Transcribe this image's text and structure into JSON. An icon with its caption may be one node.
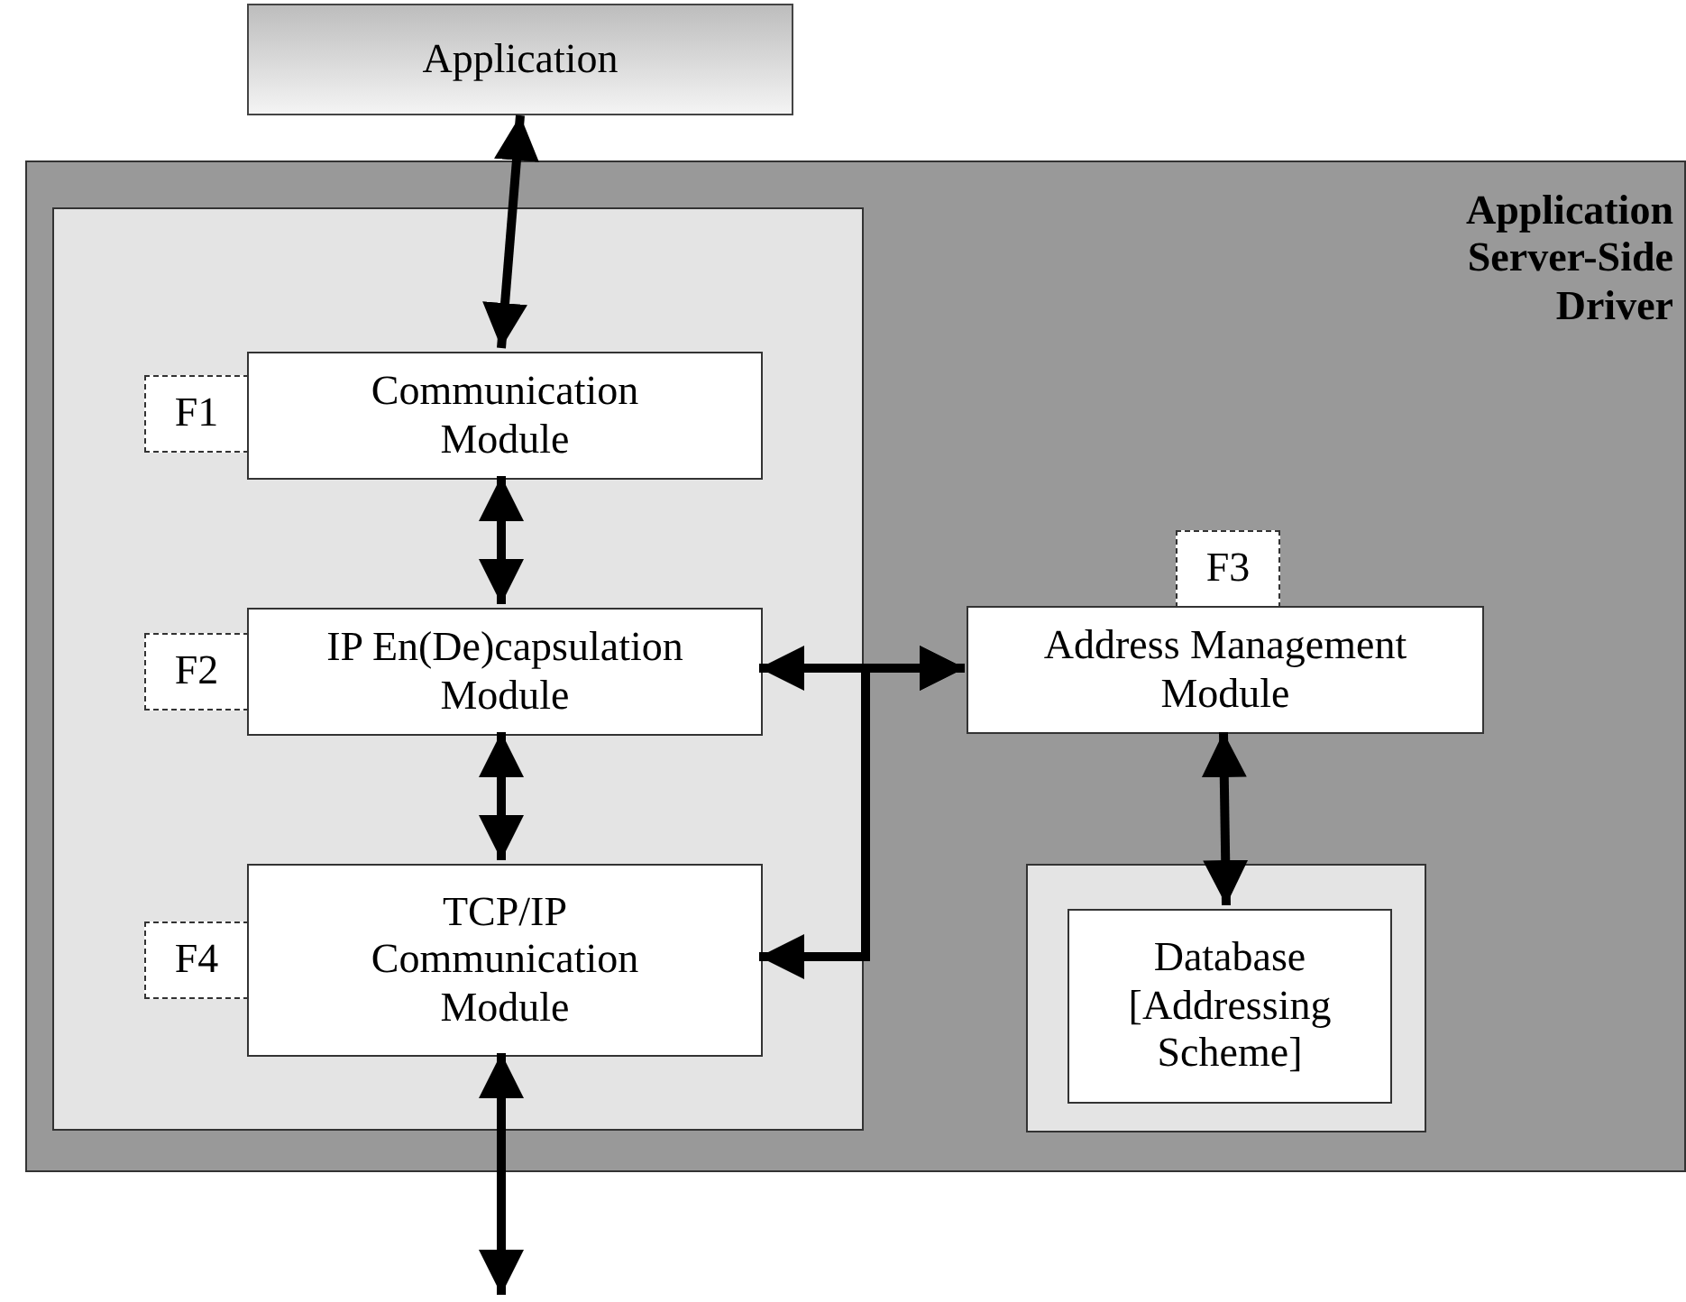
{
  "diagram": {
    "nodes": [
      {
        "text": [
          "Application"
        ]
      },
      {
        "text": [
          "Application Server-Side Driver"
        ]
      },
      {
        "text": [],
        "shape": "box",
        "in": 1
      },
      {
        "text": [
          "F1"
        ],
        "in": 2
      },
      {
        "text": [
          "Communication Module"
        ],
        "in": 2
      },
      {
        "text": [
          "F2"
        ],
        "in": 2
      },
      {
        "text": [
          "IP En(De)capsulation Module"
        ],
        "in": 2
      },
      {
        "text": [
          "F4"
        ],
        "in": 2
      },
      {
        "text": [
          "TCP/IP Communication Module"
        ],
        "in": 2
      },
      {
        "text": [
          "F3"
        ],
        "in": 1
      },
      {
        "text": [
          "Address Management Module"
        ],
        "in": 1
      },
      {
        "text": [],
        "shape": "box",
        "in": 1
      },
      {
        "text": [
          "Database [Addressing Scheme]"
        ],
        "in": 11
      }
    ],
    "edges": [
      {
        "from": 0,
        "to": 4,
        "arrow": "both"
      },
      {
        "from": 4,
        "to": 6,
        "arrow": "both"
      },
      {
        "from": 6,
        "to": 8,
        "arrow": "both"
      },
      {
        "from": 10,
        "to": 6,
        "arrow": "both"
      },
      {
        "from": 10,
        "to": 8,
        "arrow": "both"
      },
      {
        "from": 10,
        "to": 12,
        "arrow": "both"
      },
      {
        "from": 8,
        "to": null,
        "arrow": "both"
      }
    ]
  }
}
